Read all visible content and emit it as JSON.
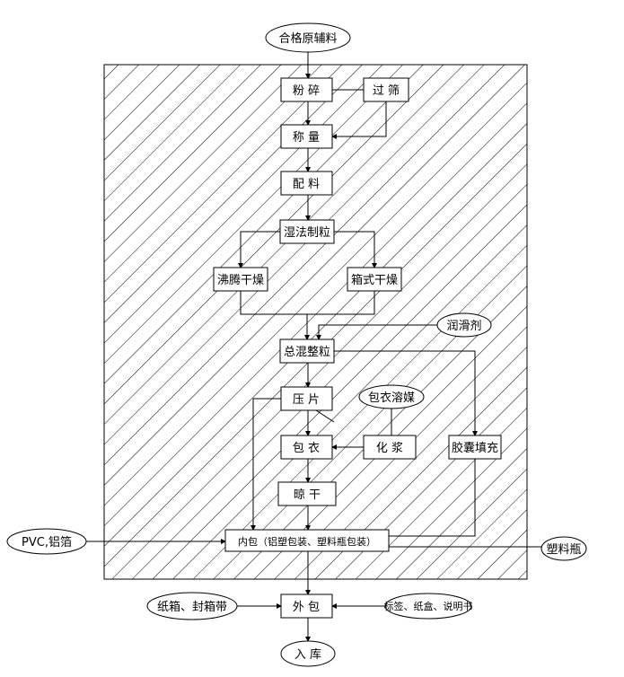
{
  "nodes": {
    "raw": "合格原辅料",
    "crush": "粉 碎",
    "sieve": "过 筛",
    "weigh": "称 量",
    "mix": "配 料",
    "wetgran": "湿法制粒",
    "fluiddry": "沸腾干燥",
    "boxdry": "箱式干燥",
    "lubricant": "润滑剂",
    "blend": "总混整粒",
    "press": "压 片",
    "coatsolvent": "包衣溶媒",
    "coat": "包 衣",
    "slurry": "化 浆",
    "capsule": "胶囊填充",
    "airdry": "晾 干",
    "innerpack": "内包（铝塑包装、塑料瓶包装）",
    "pvc": "PVC,铝箔",
    "bottle": "塑料瓶",
    "carton": "纸箱、封箱带",
    "outerpack": "外 包",
    "labels": "标签、纸盒、说明书",
    "storage": "入 库"
  }
}
